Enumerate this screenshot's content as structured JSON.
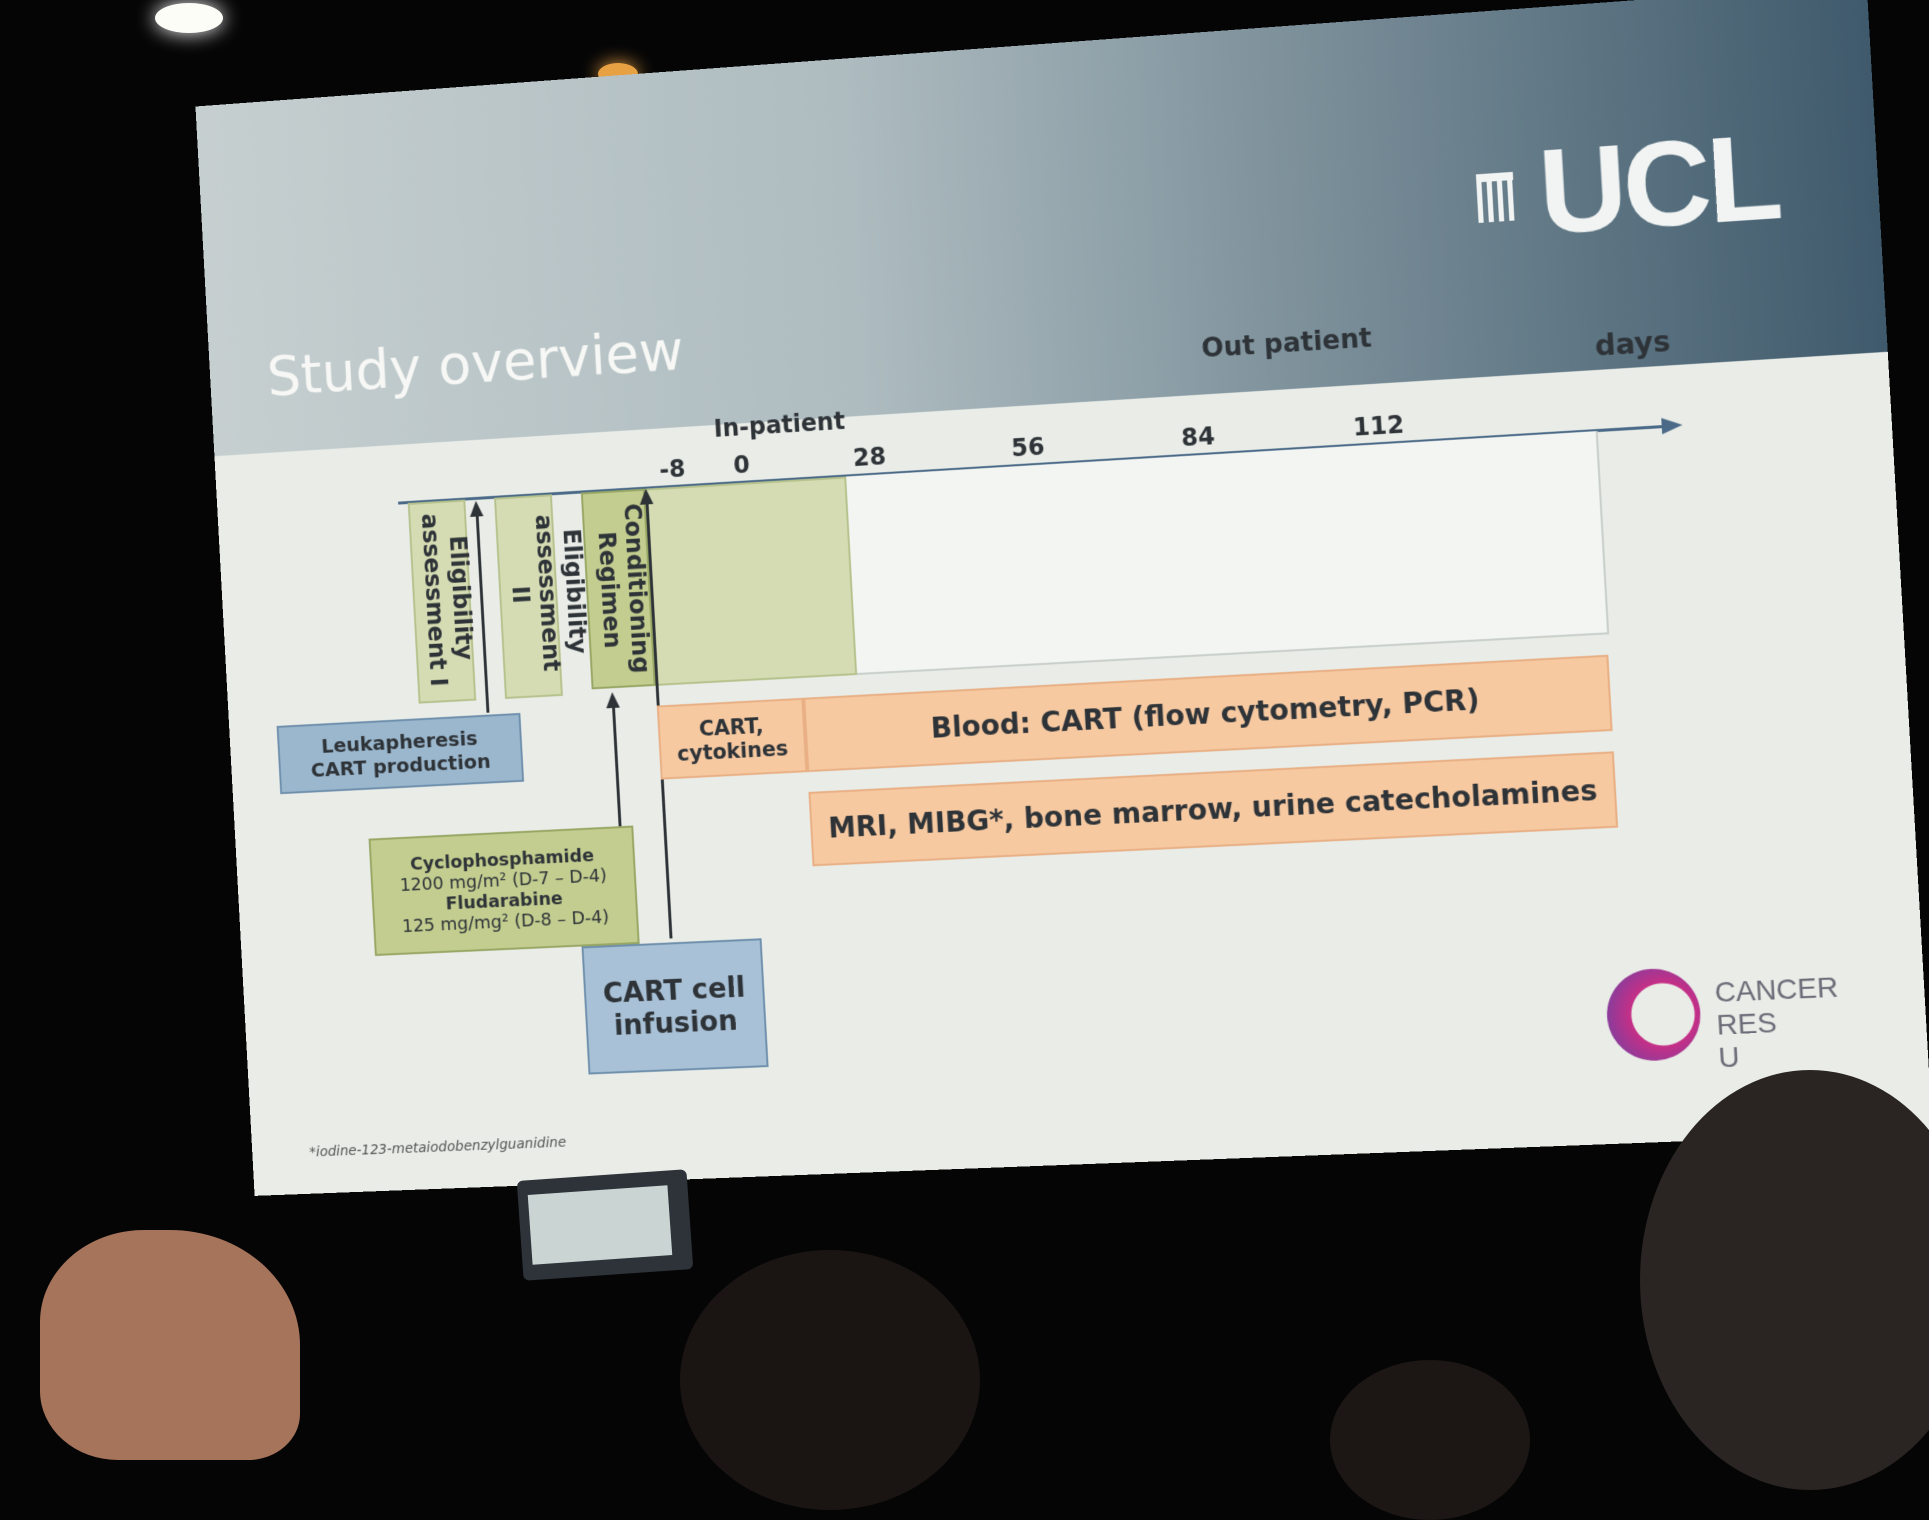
{
  "slide": {
    "title": "Study overview",
    "logo": "UCL",
    "footnote": "*iodine-123-metaiodobenzylguanidine",
    "partner_logo": [
      "CANCER",
      "RES",
      "U"
    ]
  },
  "timeline": {
    "phase_inpatient": "In-patient",
    "phase_outpatient": "Out patient",
    "unit": "days",
    "ticks": [
      "-8",
      "0",
      "28",
      "56",
      "84",
      "112"
    ]
  },
  "boxes": {
    "eligibility_1": [
      "Eligibility",
      "assessment I"
    ],
    "eligibility_2": [
      "Eligibility",
      "assessment II"
    ],
    "conditioning": [
      "Conditioning",
      "Regimen"
    ],
    "leukapheresis": [
      "Leukapheresis",
      "CART production"
    ],
    "chemo": [
      "Cyclophosphamide",
      "1200 mg/m² (D-7 – D-4)",
      "Fludarabine",
      "125 mg/mg² (D-8 – D-4)"
    ],
    "infusion": [
      "CART cell",
      "infusion"
    ],
    "cart_cytokines": [
      "CART,",
      "cytokines"
    ],
    "blood": "Blood: CART (flow cytometry, PCR)",
    "imaging": "MRI, MIBG*, bone marrow, urine catecholamines"
  },
  "colors": {
    "screen": "#e9ece7",
    "header_dark": "#3f5a6c",
    "green": "#d5dcb3",
    "green_strong": "#c2cd8f",
    "blue": "#9bb7cd",
    "orange": "#f6c9a1"
  }
}
